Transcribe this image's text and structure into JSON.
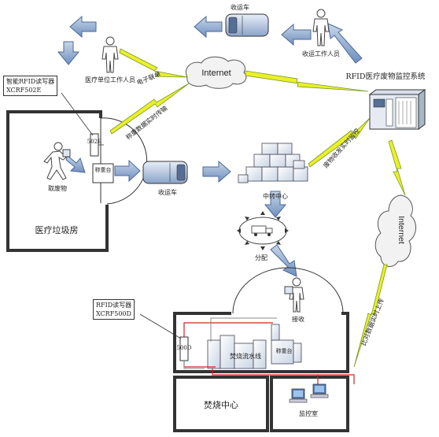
{
  "labels": {
    "collection_vehicle_top": "收运车",
    "collection_worker": "收运工作人员",
    "medical_staff": "医疗单位工作人员",
    "e_manifest": "电子联单",
    "internet_top": "Internet",
    "monitor_system": "RFID医疗废物监控系统",
    "reader_top_line1": "智能RFID读写器",
    "reader_top_line2": "XCRF502E",
    "reader_device_code": "502E",
    "weigh_upload": "称重数据实时传输",
    "waste_room": "医疗垃圾房",
    "take_waste": "取废物",
    "scale_room": "称重台",
    "collection_vehicle_mid": "收运车",
    "transfer_center": "中转中心",
    "realtime_monitor": "废物收发实时监控",
    "internet_right": "Internet",
    "distribution": "分配",
    "receive": "接收",
    "reader_bottom_line1": "RFID读写器",
    "reader_bottom_line2": "XCRF500D",
    "reader_bottom_code": "500D",
    "scale_bottom": "称重台",
    "incineration_line": "焚烧流水线",
    "compare_upload": "比对数据实时上传",
    "incineration_center": "焚烧中心",
    "control_room": "监控室"
  },
  "colors": {
    "arrow": "#8fa8cc",
    "arrow_stroke": "#4a6a98",
    "lightning": "#eaf02a",
    "lightning_stroke": "#7a9a20",
    "cloud": "#f2f2f2",
    "wire": "#d42020",
    "wire_gray": "#888888",
    "wall": "#333333"
  }
}
